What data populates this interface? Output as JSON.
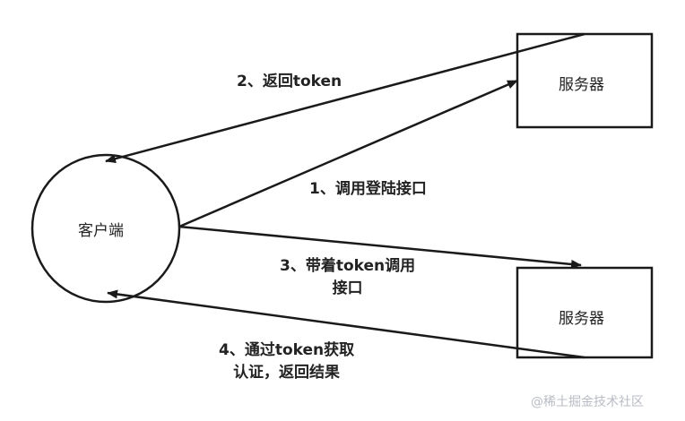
{
  "nodes": {
    "client": "客户端",
    "server_top": "服务器",
    "server_bottom": "服务器"
  },
  "edges": {
    "step1": [
      "1、调用登陆接口"
    ],
    "step2": [
      "2、返回token"
    ],
    "step3": [
      "3、带着token调用",
      "接口"
    ],
    "step4": [
      "4、通过token获取",
      "认证，返回结果"
    ]
  },
  "watermark": "@稀土掘金技术社区",
  "colors": {
    "line": "#1a1a1a",
    "text": "#222222",
    "background": "#ffffff",
    "watermark": "#b8bcc4"
  }
}
